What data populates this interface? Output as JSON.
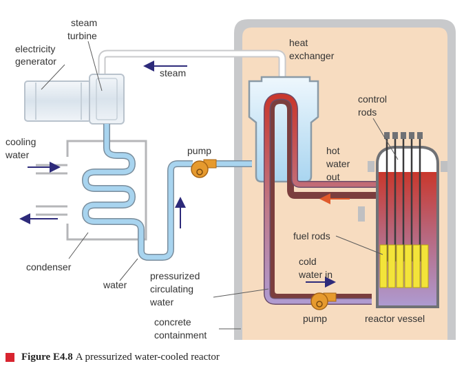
{
  "diagram": {
    "labels": {
      "steam_turbine": [
        "steam",
        "turbine"
      ],
      "electricity_generator": [
        "electricity",
        "generator"
      ],
      "heat_exchanger": [
        "heat",
        "exchanger"
      ],
      "steam_arrow": "steam",
      "control_rods": [
        "control",
        "rods"
      ],
      "cooling_water": [
        "cooling",
        "water"
      ],
      "pump_top": "pump",
      "hot_water_out": [
        "hot",
        "water",
        "out"
      ],
      "fuel_rods": "fuel rods",
      "condenser": "condenser",
      "water": "water",
      "pressurized_circulating_water": [
        "pressurized",
        "circulating",
        "water"
      ],
      "cold_water_in": [
        "cold",
        "water in"
      ],
      "pump_bottom": "pump",
      "reactor_vessel": "reactor vessel",
      "concrete_containment": [
        "concrete",
        "containment"
      ]
    },
    "colors": {
      "containment_fill": "#f7dcc0",
      "containment_wall": "#c8c9cb",
      "cold_water": "#a8d4ef",
      "hot_water": "#c9372c",
      "reactor_warm": "#c9372c",
      "reactor_cool": "#b09bd0",
      "fuel_rods": "#f3e43a",
      "pump": "#e69a2e",
      "arrow": "#2d2a7a"
    }
  },
  "caption": {
    "figure_label": "Figure E4.8",
    "text": "A pressurized water-cooled reactor"
  }
}
